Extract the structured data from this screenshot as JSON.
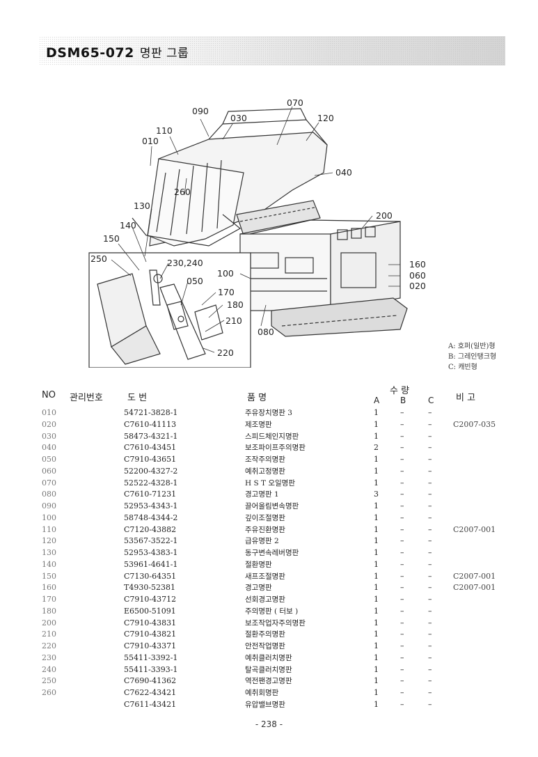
{
  "header": {
    "title": "DSM65-072",
    "subtitle": "명판 그룹"
  },
  "callouts": [
    "090",
    "030",
    "070",
    "120",
    "110",
    "010",
    "040",
    "260",
    "200",
    "130",
    "140",
    "150",
    "250",
    "230,240",
    "100",
    "050",
    "160",
    "060",
    "020",
    "170",
    "180",
    "210",
    "080",
    "220"
  ],
  "legend": [
    "A: 호퍼(일반)형",
    "B: 그레인탱크형",
    "C: 캐빈형"
  ],
  "table": {
    "headers": {
      "no": "NO",
      "code": "관리번호",
      "drawing": "도      번",
      "name": "품          명",
      "qty": "수   량",
      "a": "A",
      "b": "B",
      "c": "C",
      "note": "비   고"
    },
    "rows": [
      {
        "no": "010",
        "part": "54721-3828-1",
        "name": "주유장치명판 3",
        "a": "1",
        "b": "–",
        "c": "–",
        "note": ""
      },
      {
        "no": "020",
        "part": "C7610-41113",
        "name": "제조명판",
        "a": "1",
        "b": "–",
        "c": "–",
        "note": "C2007-035"
      },
      {
        "no": "030",
        "part": "58473-4321-1",
        "name": "스피드체인지명판",
        "a": "1",
        "b": "–",
        "c": "–",
        "note": ""
      },
      {
        "no": "040",
        "part": "C7610-43451",
        "name": "보조파이프주의명판",
        "a": "2",
        "b": "–",
        "c": "–",
        "note": ""
      },
      {
        "no": "050",
        "part": "C7910-43651",
        "name": "조작주의명판",
        "a": "1",
        "b": "–",
        "c": "–",
        "note": ""
      },
      {
        "no": "060",
        "part": "52200-4327-2",
        "name": "예취고정명판",
        "a": "1",
        "b": "–",
        "c": "–",
        "note": ""
      },
      {
        "no": "070",
        "part": "52522-4328-1",
        "name": "H S T 오일명판",
        "a": "1",
        "b": "–",
        "c": "–",
        "note": ""
      },
      {
        "no": "080",
        "part": "C7610-71231",
        "name": "경고명판 1",
        "a": "3",
        "b": "–",
        "c": "–",
        "note": ""
      },
      {
        "no": "090",
        "part": "52953-4343-1",
        "name": "끌어올림변속명판",
        "a": "1",
        "b": "–",
        "c": "–",
        "note": ""
      },
      {
        "no": "100",
        "part": "58748-4344-2",
        "name": "깊이조절명판",
        "a": "1",
        "b": "–",
        "c": "–",
        "note": ""
      },
      {
        "no": "110",
        "part": "C7120-43882",
        "name": "주유진환명판",
        "a": "1",
        "b": "–",
        "c": "–",
        "note": "C2007-001"
      },
      {
        "no": "120",
        "part": "53567-3522-1",
        "name": "급유명판 2",
        "a": "1",
        "b": "–",
        "c": "–",
        "note": ""
      },
      {
        "no": "130",
        "part": "52953-4383-1",
        "name": "동구변속레버명판",
        "a": "1",
        "b": "–",
        "c": "–",
        "note": ""
      },
      {
        "no": "140",
        "part": "53961-4641-1",
        "name": "절환명판",
        "a": "1",
        "b": "–",
        "c": "–",
        "note": ""
      },
      {
        "no": "150",
        "part": "C7130-64351",
        "name": "새프조절명판",
        "a": "1",
        "b": "–",
        "c": "–",
        "note": "C2007-001"
      },
      {
        "no": "160",
        "part": "T4930-52381",
        "name": "경고명판",
        "a": "1",
        "b": "–",
        "c": "–",
        "note": "C2007-001"
      },
      {
        "no": "170",
        "part": "C7910-43712",
        "name": "선회경고명판",
        "a": "1",
        "b": "–",
        "c": "–",
        "note": ""
      },
      {
        "no": "180",
        "part": "E6500-51091",
        "name": "주의명판 ( 터보 )",
        "a": "1",
        "b": "–",
        "c": "–",
        "note": ""
      },
      {
        "no": "200",
        "part": "C7910-43831",
        "name": "보조작업자주의명판",
        "a": "1",
        "b": "–",
        "c": "–",
        "note": ""
      },
      {
        "no": "210",
        "part": "C7910-43821",
        "name": "절환주의명판",
        "a": "1",
        "b": "–",
        "c": "–",
        "note": ""
      },
      {
        "no": "220",
        "part": "C7910-43371",
        "name": "안전작업명판",
        "a": "1",
        "b": "–",
        "c": "–",
        "note": ""
      },
      {
        "no": "230",
        "part": "55411-3392-1",
        "name": "예취클러치명판",
        "a": "1",
        "b": "–",
        "c": "–",
        "note": ""
      },
      {
        "no": "240",
        "part": "55411-3393-1",
        "name": "탈곡클러치명판",
        "a": "1",
        "b": "–",
        "c": "–",
        "note": ""
      },
      {
        "no": "250",
        "part": "C7690-41362",
        "name": "역전팬경고명판",
        "a": "1",
        "b": "–",
        "c": "–",
        "note": ""
      },
      {
        "no": "260",
        "part": "C7622-43421",
        "name": "예취회명판",
        "a": "1",
        "b": "–",
        "c": "–",
        "note": ""
      },
      {
        "no": "",
        "part": "C7611-43421",
        "name": "유압밸브명판",
        "a": "1",
        "b": "–",
        "c": "–",
        "note": ""
      }
    ]
  },
  "footer": {
    "page": "- 238 -"
  }
}
